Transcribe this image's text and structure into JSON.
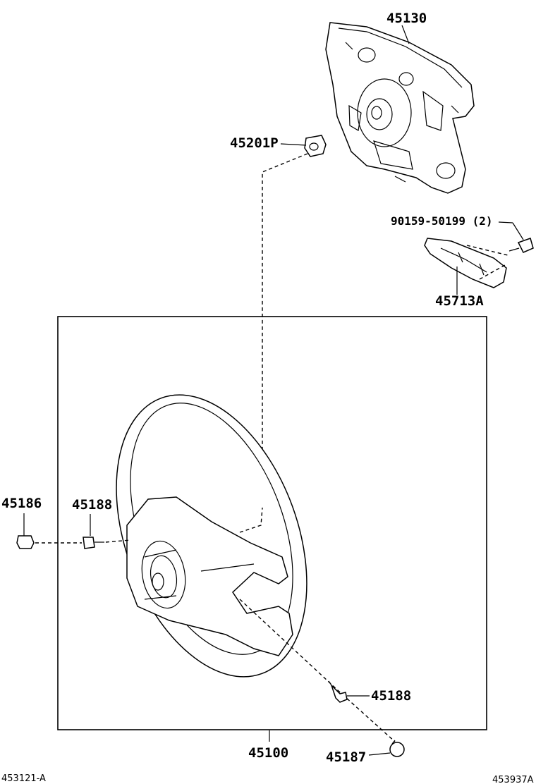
{
  "parts": {
    "horn_pad": "45130",
    "grommet": "45201P",
    "screw": "90159-50199 (2)",
    "bracket": "45713A",
    "cap_left": "45186",
    "screw_left": "45188",
    "screw_right": "45188",
    "steering_wheel": "45100",
    "cap_right": "45187"
  },
  "footer": {
    "left_code": "453121-A",
    "right_code": "453937A"
  }
}
